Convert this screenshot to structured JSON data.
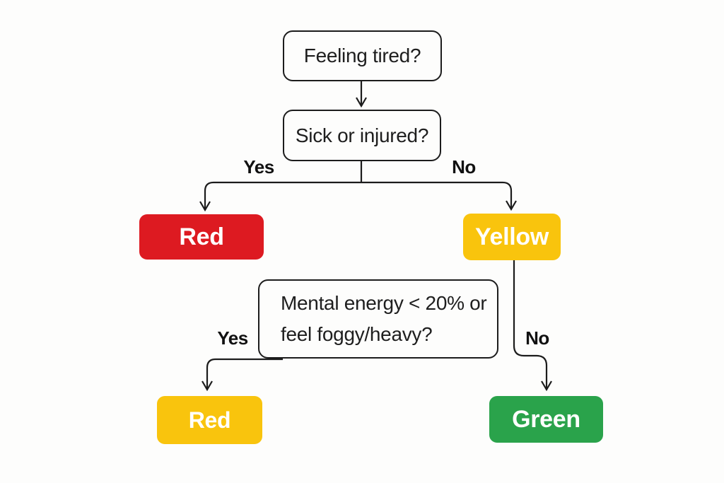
{
  "diagram": {
    "type": "flowchart",
    "background": "#fdfdfc",
    "colors": {
      "line": "#1c1c1c",
      "red": "#DD1A21",
      "yellow": "#F9C40D",
      "green": "#2AA34B",
      "result_text": "#ffffff",
      "question_text": "#1e1e1e"
    },
    "nodes": {
      "feeling_tired": {
        "label": "Feeling tired?",
        "type": "decision"
      },
      "sick_or_injured": {
        "label": "Sick or injured?",
        "type": "decision"
      },
      "mental_energy": {
        "label_line1": "Mental energy < 20% or",
        "label_line2": "feel foggy/heavy?",
        "type": "decision"
      },
      "result_red_top": {
        "label": "Red",
        "color": "#DD1A21"
      },
      "result_yellow": {
        "label": "Yellow",
        "color": "#F9C40D"
      },
      "result_red_bottom": {
        "label": "Red",
        "color": "#F9C40D"
      },
      "result_green": {
        "label": "Green",
        "color": "#2AA34B"
      }
    },
    "edge_labels": {
      "sick_yes": "Yes",
      "sick_no": "No",
      "mental_yes": "Yes",
      "mental_no": "No"
    }
  }
}
